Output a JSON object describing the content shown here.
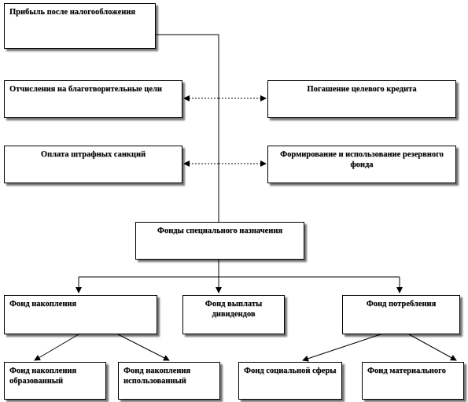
{
  "nodes": {
    "profit": "Прибыль после налогообложения",
    "charity": "Отчисления на благотворительные цели",
    "loan": "Погашение целевого кредита",
    "fines": "Оплата штрафных санкций",
    "reserve": "Формирование и использование резервного фонда",
    "special": "Фонды специального назначения",
    "accumulation": "Фонд накопления",
    "dividends": "Фонд выплаты дивидендов",
    "consumption": "Фонд потребления",
    "acc_formed": "Фонд накопления образованный",
    "acc_used": "Фонд накопления использованный",
    "social": "Фонд социальной сферы",
    "material": "Фонд материального"
  }
}
